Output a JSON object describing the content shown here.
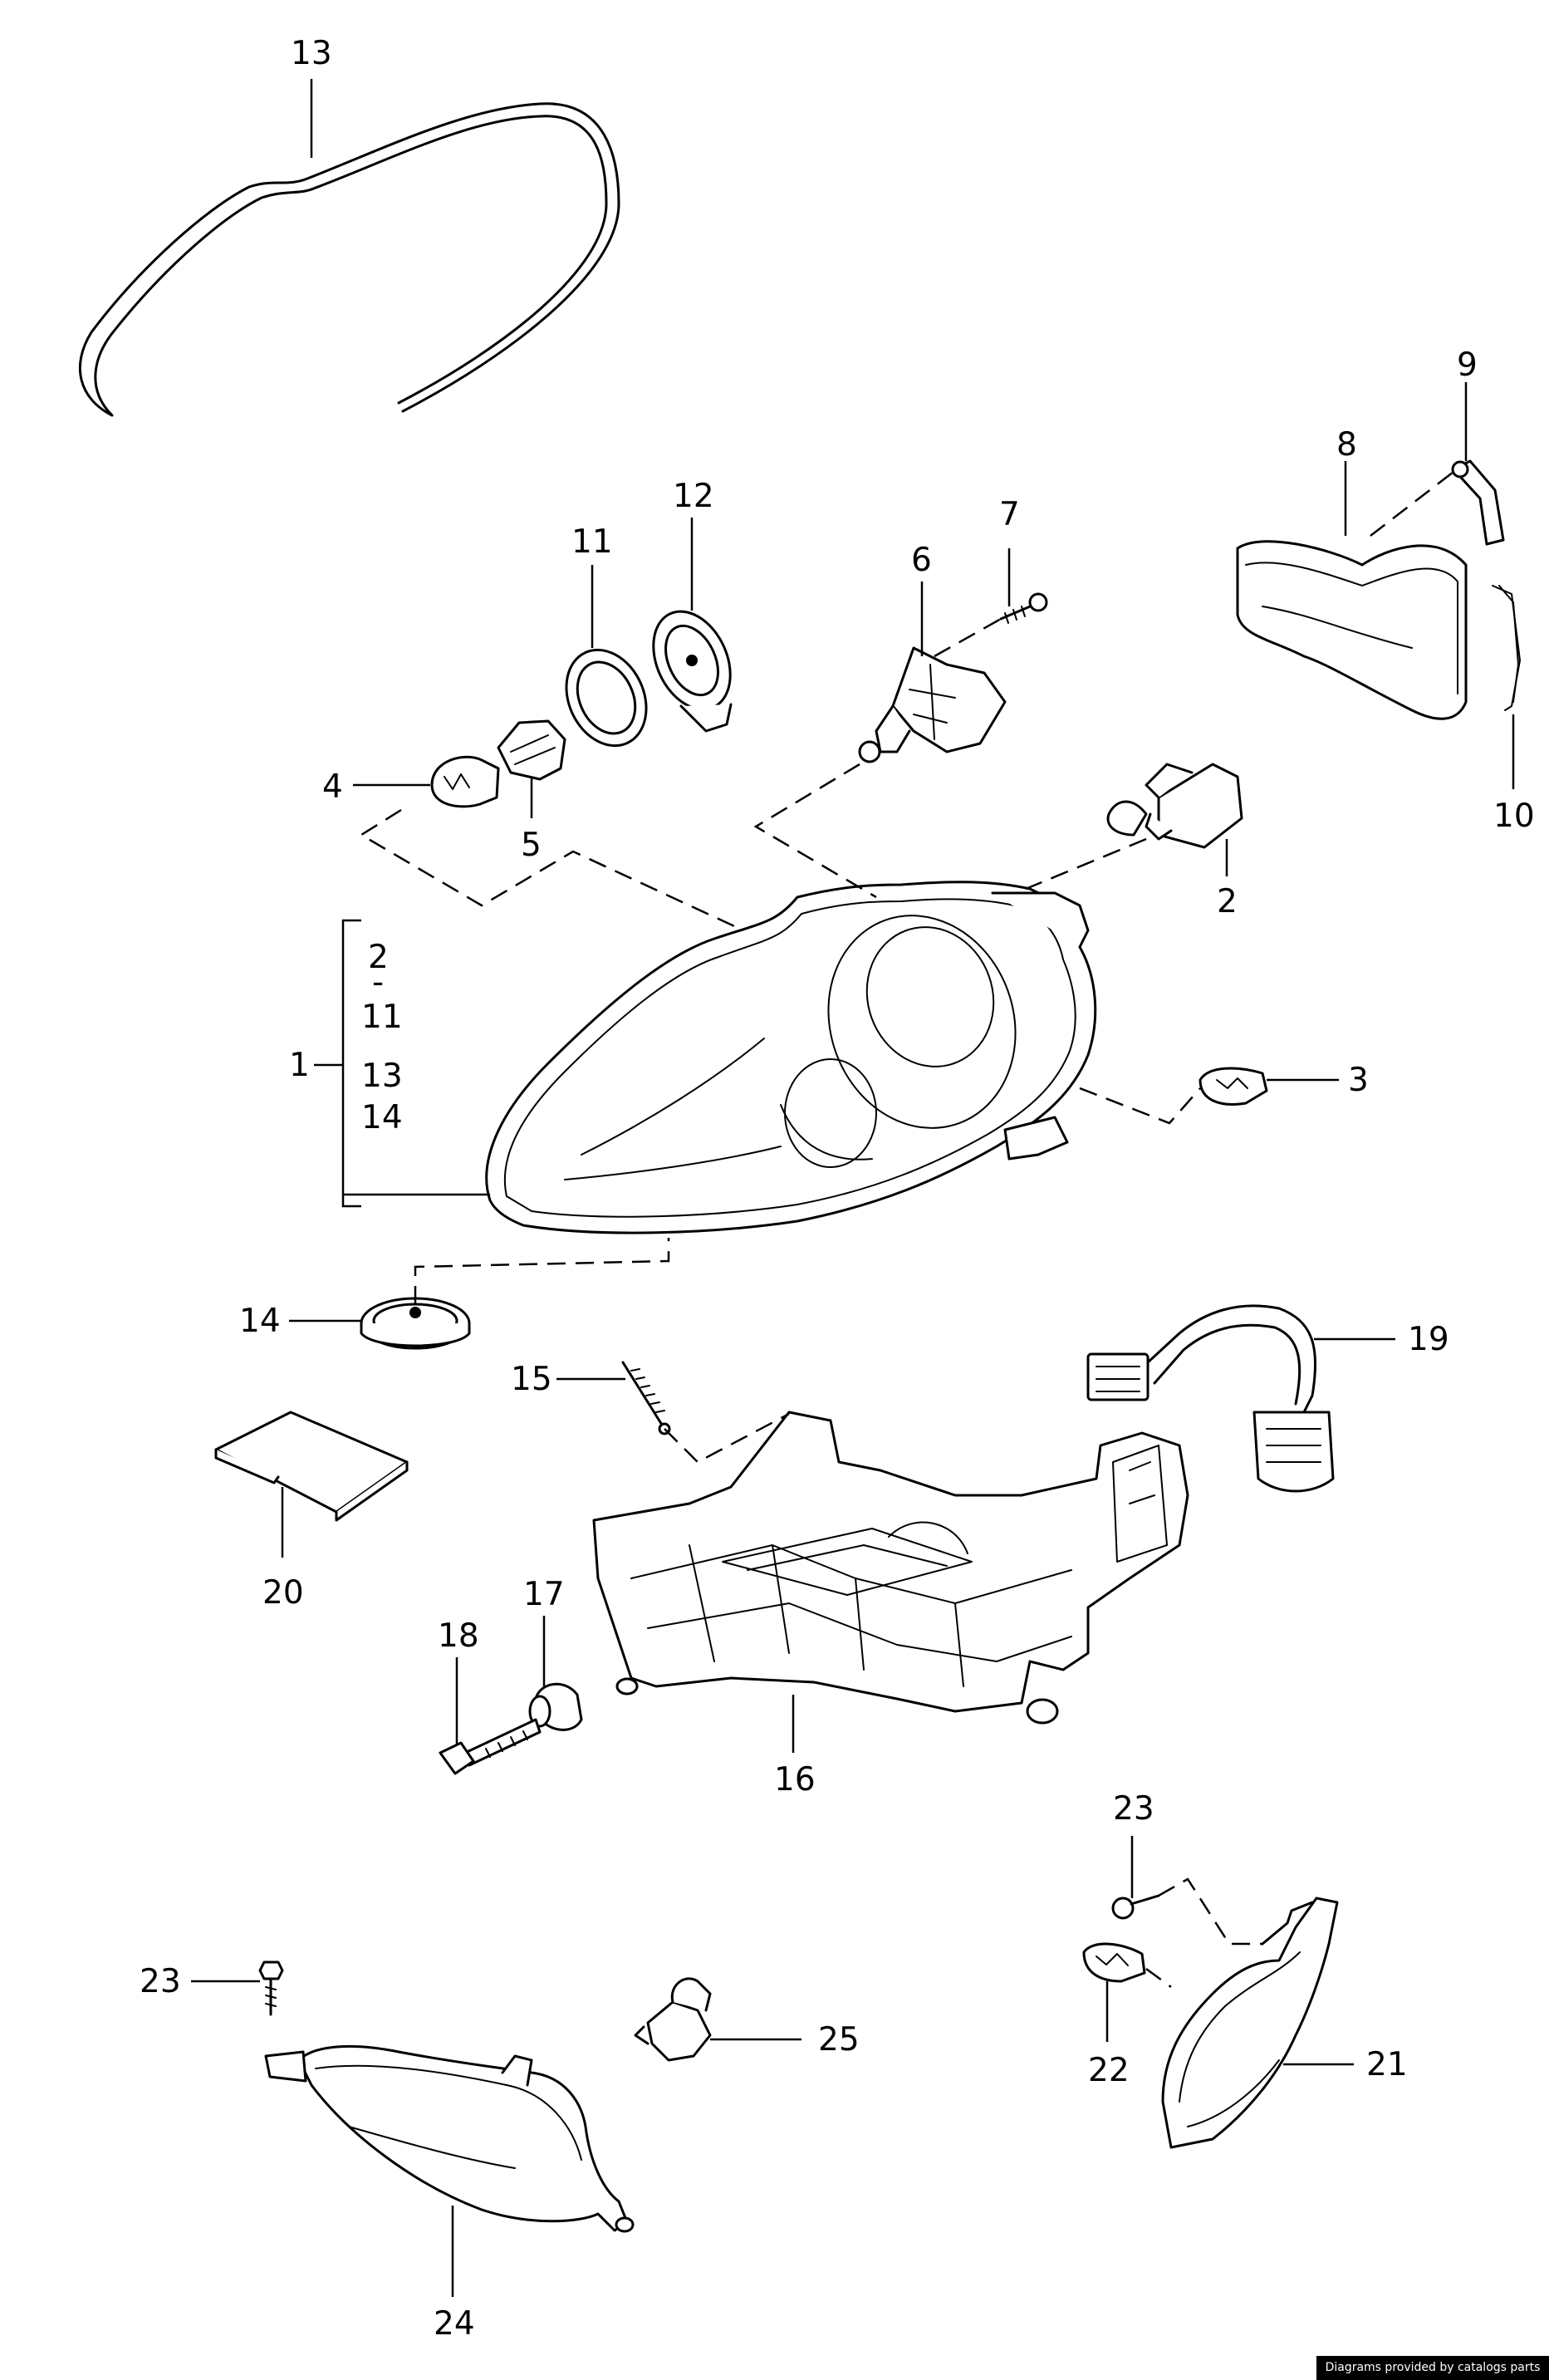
{
  "diagram": {
    "callouts": {
      "c1": "1",
      "c2": "2",
      "c3": "3",
      "c4": "4",
      "c5": "5",
      "c6": "6",
      "c7": "7",
      "c8": "8",
      "c9": "9",
      "c10": "10",
      "c11": "11",
      "c12": "12",
      "c13": "13",
      "c14": "14",
      "c15": "15",
      "c16": "16",
      "c17": "17",
      "c18": "18",
      "c19": "19",
      "c20": "20",
      "c21": "21",
      "c22": "22",
      "c23a": "23",
      "c23b": "23",
      "c24": "24",
      "c25": "25"
    },
    "bracket_list": {
      "from": "2",
      "dash": "-",
      "to": "11",
      "item3": "13",
      "item4": "14"
    }
  },
  "footer": {
    "credit": "Diagrams provided by catalogs parts"
  }
}
